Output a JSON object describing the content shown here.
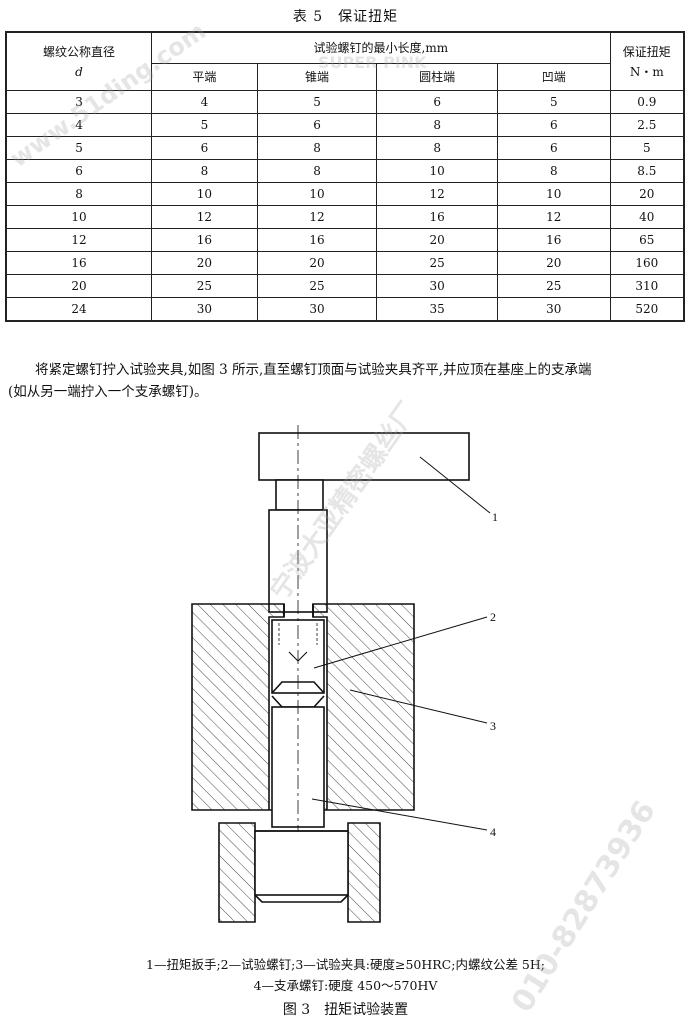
{
  "table": {
    "title": "表 5　保证扭矩",
    "header": {
      "col1_line1": "螺纹公称直径",
      "col1_line2": "d",
      "group": "试验螺钉的最小长度,mm",
      "sub": [
        "平端",
        "锥端",
        "圆柱端",
        "凹端"
      ],
      "last_line1": "保证扭矩",
      "last_line2": "N・m"
    },
    "rows": [
      [
        "3",
        "4",
        "5",
        "6",
        "5",
        "0.9"
      ],
      [
        "4",
        "5",
        "6",
        "8",
        "6",
        "2.5"
      ],
      [
        "5",
        "6",
        "8",
        "8",
        "6",
        "5"
      ],
      [
        "6",
        "8",
        "8",
        "10",
        "8",
        "8.5"
      ],
      [
        "8",
        "10",
        "10",
        "12",
        "10",
        "20"
      ],
      [
        "10",
        "12",
        "12",
        "16",
        "12",
        "40"
      ],
      [
        "12",
        "16",
        "16",
        "20",
        "16",
        "65"
      ],
      [
        "16",
        "20",
        "20",
        "25",
        "20",
        "160"
      ],
      [
        "20",
        "25",
        "25",
        "30",
        "25",
        "310"
      ],
      [
        "24",
        "30",
        "30",
        "35",
        "30",
        "520"
      ]
    ]
  },
  "paragraph": {
    "line1": "将紧定螺钉拧入试验夹具,如图 3 所示,直至螺钉顶面与试验夹具齐平,并应顶在基座上的支承端",
    "line2": "(如从另一端拧入一个支承螺钉)。"
  },
  "figure": {
    "callouts": [
      "1",
      "2",
      "3",
      "4"
    ],
    "legend_line1": "1—扭矩扳手;2—试验螺钉;3—试验夹具:硬度≥50HRC;内螺纹公差 5H;",
    "legend_line2": "4—支承螺钉:硬度 450～570HV",
    "title": "图 3　扭矩试验装置"
  },
  "watermarks": {
    "site": "www.51ding.com",
    "brand": "SUPER PINK",
    "company": "宁波大亚精密螺丝厂",
    "phone": "010-82873936"
  }
}
